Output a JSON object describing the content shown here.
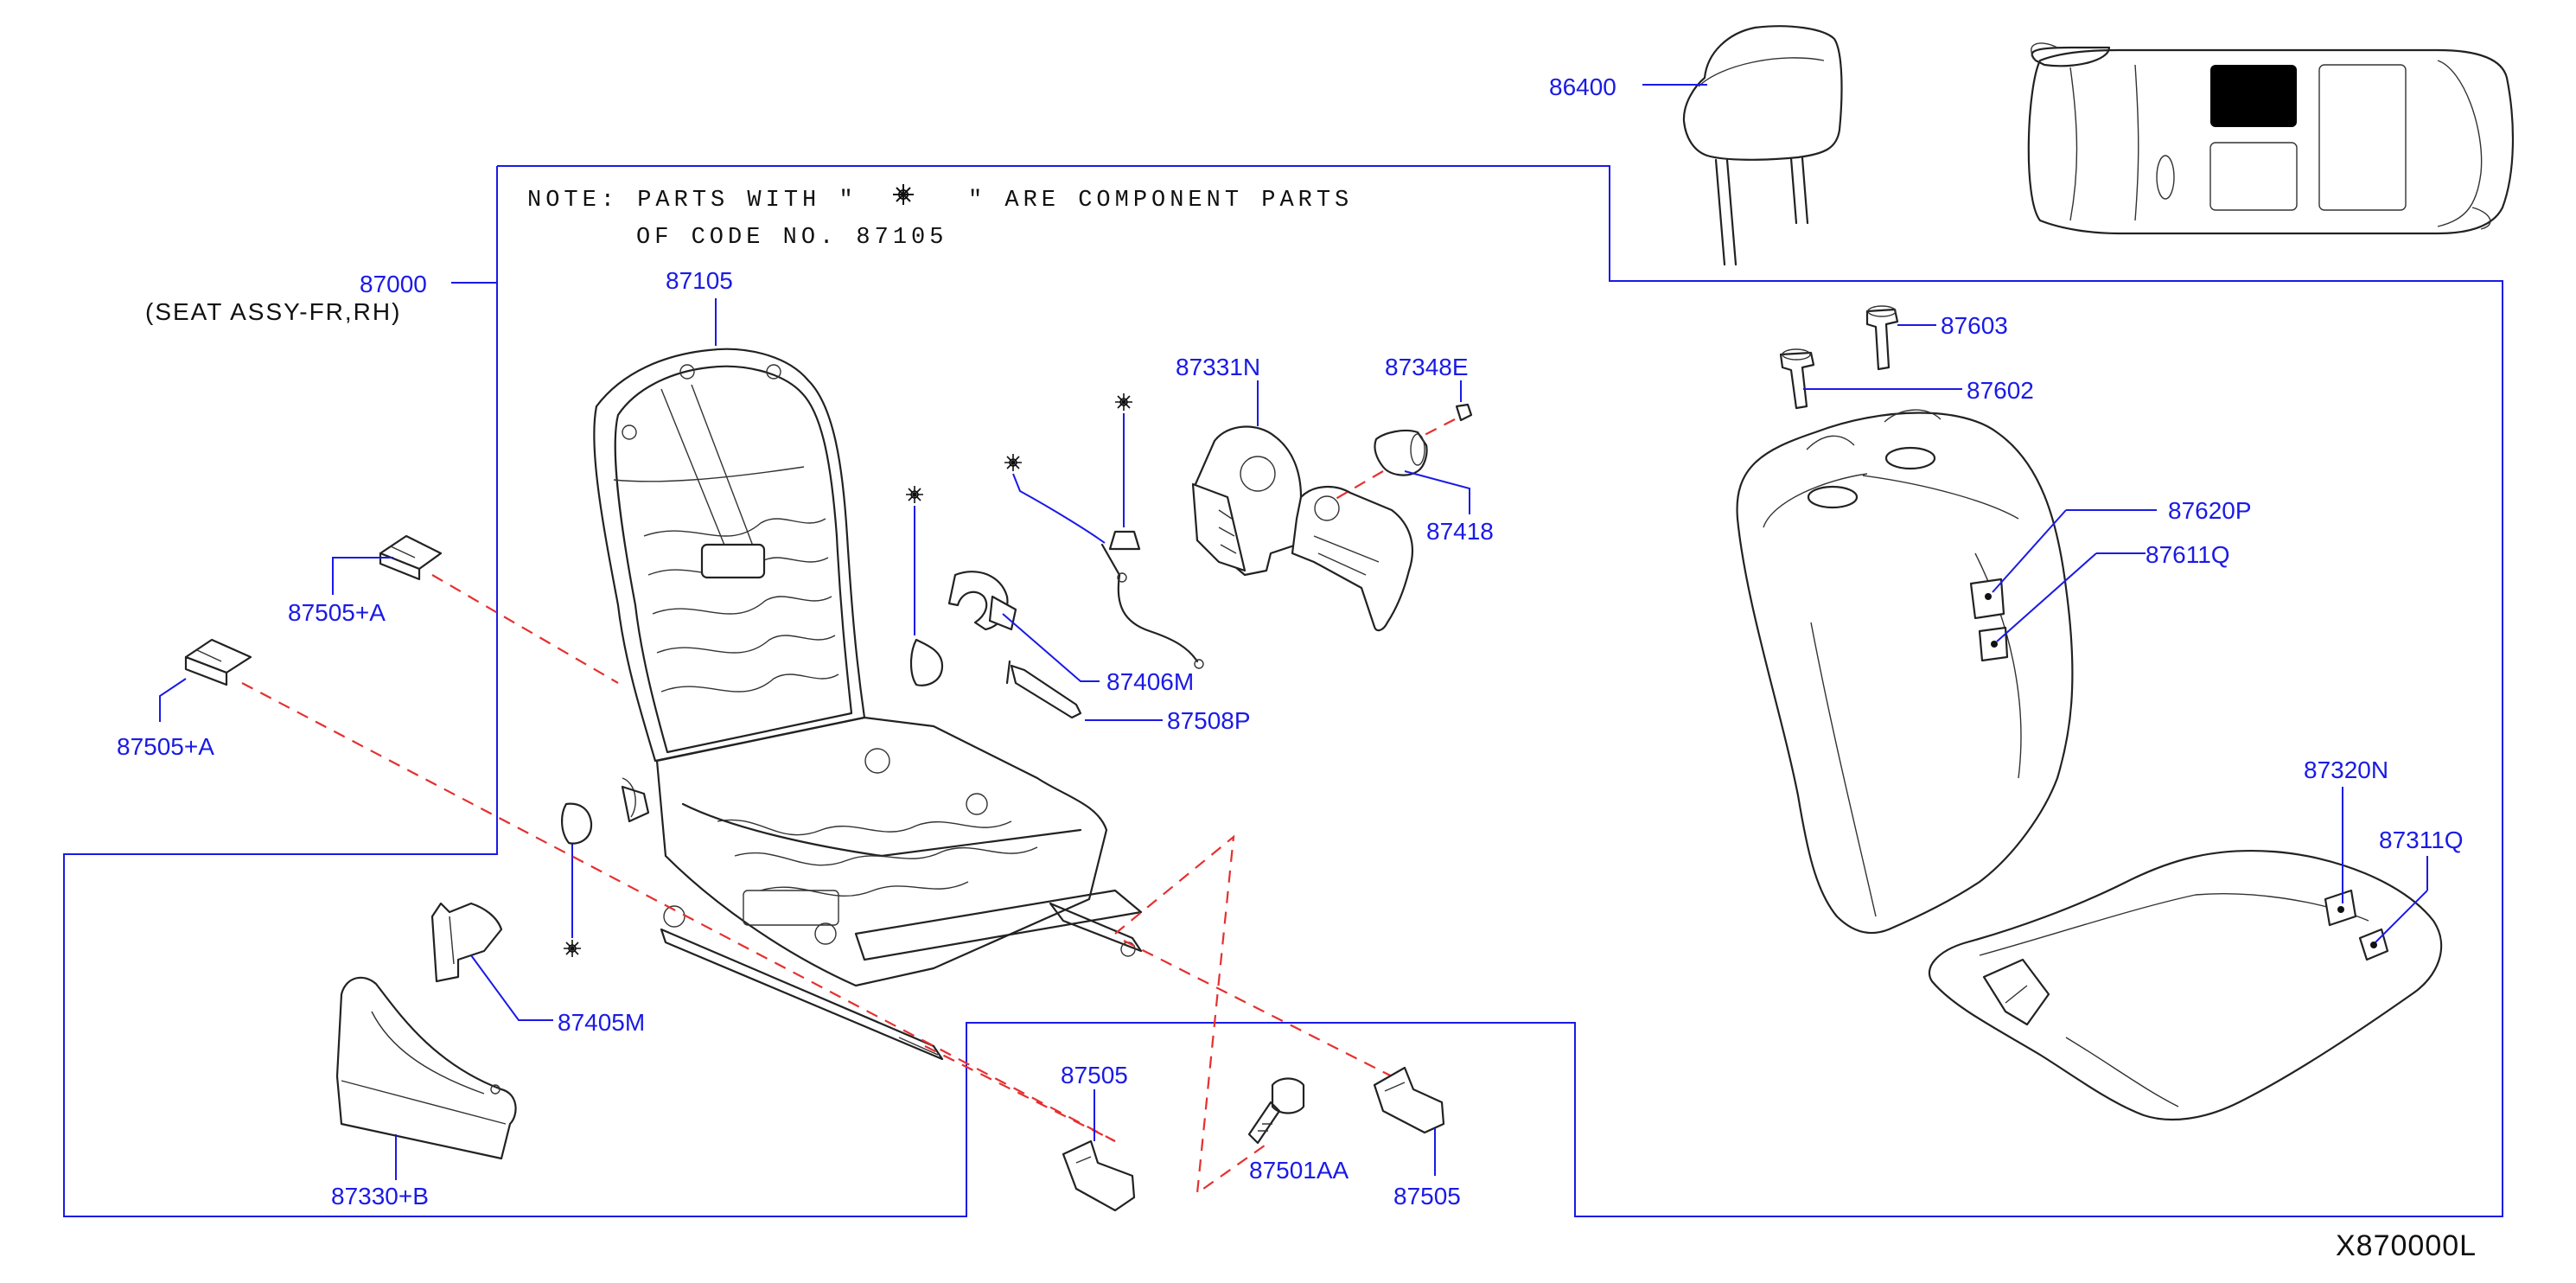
{
  "note": {
    "line1_a": "NOTE:  PARTS  WITH  \"",
    "line1_b": "\"  ARE  COMPONENT  PARTS",
    "line2": "OF  CODE  NO.  87105",
    "symbol_icon": "component-asterisk-icon"
  },
  "assembly": {
    "number": "87000",
    "description": "(SEAT  ASSY-FR,RH)"
  },
  "diagram_code": "X870000L",
  "callouts": [
    {
      "id": "86400",
      "label": "86400"
    },
    {
      "id": "87105",
      "label": "87105"
    },
    {
      "id": "87331N",
      "label": "87331N"
    },
    {
      "id": "87348E",
      "label": "87348E"
    },
    {
      "id": "87418",
      "label": "87418"
    },
    {
      "id": "87603",
      "label": "87603"
    },
    {
      "id": "87602",
      "label": "87602"
    },
    {
      "id": "87620P",
      "label": "87620P"
    },
    {
      "id": "87611Q",
      "label": "87611Q"
    },
    {
      "id": "87505+A_upper",
      "label": "87505+A"
    },
    {
      "id": "87505+A_lower",
      "label": "87505+A"
    },
    {
      "id": "87406M",
      "label": "87406M"
    },
    {
      "id": "87508P",
      "label": "87508P"
    },
    {
      "id": "87320N",
      "label": "87320N"
    },
    {
      "id": "87311Q",
      "label": "87311Q"
    },
    {
      "id": "87405M",
      "label": "87405M"
    },
    {
      "id": "87330+B",
      "label": "87330+B"
    },
    {
      "id": "87505_left",
      "label": "87505"
    },
    {
      "id": "87501AA",
      "label": "87501AA"
    },
    {
      "id": "87505_right",
      "label": "87505"
    }
  ],
  "colors": {
    "callout_text": "#1a1ae6",
    "leader_line": "#1a1ae6",
    "dashed_line": "#e53030",
    "part_outline": "#222222",
    "highlight_seat": "#000000"
  }
}
